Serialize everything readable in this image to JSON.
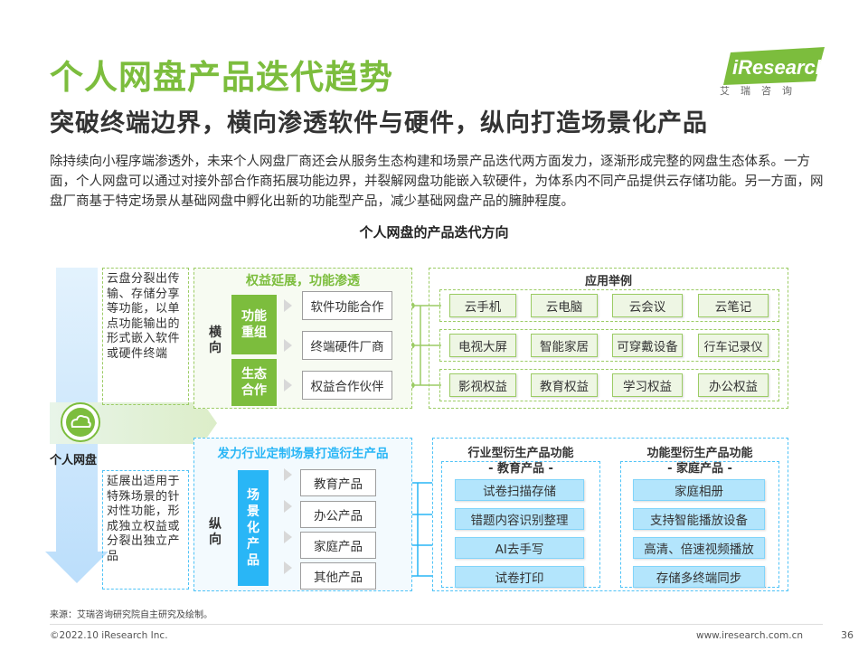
{
  "header": {
    "title": "个人网盘产品迭代趋势",
    "subtitle": "突破终端边界，横向渗透软件与硬件，纵向打造场景化产品",
    "logo_text": "iResearch",
    "logo_sub": "艾瑞咨询"
  },
  "paragraph": "除持续向小程序端渗透外，未来个人网盘厂商还会从服务生态构建和场景产品迭代两方面发力，逐渐形成完整的网盘生态体系。一方面，个人网盘可以通过对接外部合作商拓展功能边界，并裂解网盘功能嵌入软硬件，为体系内不同产品提供云存储功能。另一方面，网盘厂商基于特定场景从基础网盘中孵化出新的功能型产品，减少基础网盘产品的臃肿程度。",
  "diagram": {
    "title": "个人网盘的产品迭代方向",
    "center_label": "个人网盘",
    "horizontal": {
      "side_text": "云盘分裂出传输、存储分享等功能，以单点功能输出的形式嵌入软件或硬件终端",
      "label": "横向",
      "heading": "权益延展，功能渗透",
      "blocks": [
        "功能重组",
        "生态合作"
      ],
      "items": [
        "软件功能合作",
        "终端硬件厂商",
        "权益合作伙伴"
      ],
      "examples_title": "应用举例",
      "examples": [
        [
          "云手机",
          "云电脑",
          "云会议",
          "云笔记"
        ],
        [
          "电视大屏",
          "智能家居",
          "可穿戴设备",
          "行车记录仪"
        ],
        [
          "影视权益",
          "教育权益",
          "学习权益",
          "办公权益"
        ]
      ]
    },
    "vertical": {
      "side_text": "延展出适用于特殊场景的针对性功能，形成独立权益或分裂出独立产品",
      "label": "纵向",
      "heading": "发力行业定制场景打造衍生产品",
      "block": "场景化产品",
      "items": [
        "教育产品",
        "办公产品",
        "家庭产品",
        "其他产品"
      ],
      "industry": {
        "title": "行业型衍生产品功能",
        "sub": "- 教育产品 -",
        "items": [
          "试卷扫描存储",
          "错题内容识别整理",
          "AI去手写",
          "试卷打印"
        ]
      },
      "function": {
        "title": "功能型衍生产品功能",
        "sub": "- 家庭产品 -",
        "items": [
          "家庭相册",
          "支持智能播放设备",
          "高清、倍速视频播放",
          "存储多终端同步"
        ]
      }
    }
  },
  "footer": {
    "source": "来源：艾瑞咨询研究院自主研究及绘制。",
    "copyright": "©2022.10 iResearch Inc.",
    "website": "www.iresearch.com.cn",
    "page": "36"
  },
  "colors": {
    "green": "#7cbd3d",
    "blue": "#29b6f6",
    "light_green": "#eef6e4",
    "light_blue": "#b3e5fc"
  }
}
